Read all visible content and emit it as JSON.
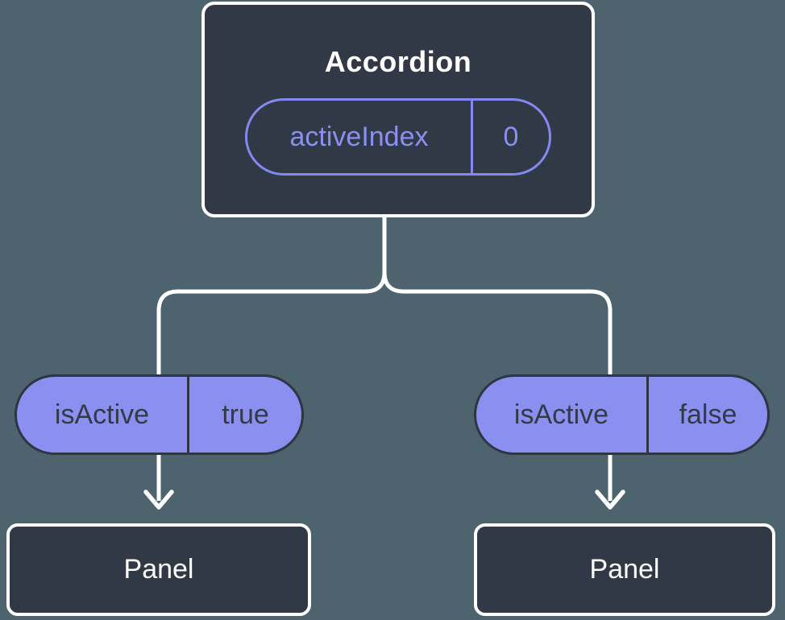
{
  "diagram": {
    "description": "Component tree showing state flowing from an Accordion parent to two Panel children",
    "root": {
      "title": "Accordion",
      "prop_name": "activeIndex",
      "prop_value": "0"
    },
    "branches": [
      {
        "state_name": "isActive",
        "state_value": "true",
        "child_title": "Panel"
      },
      {
        "state_name": "isActive",
        "state_value": "false",
        "child_title": "Panel"
      }
    ]
  },
  "icons": [
    {
      "name": "arrow-down-icon",
      "meaning": "state passed down to child"
    }
  ],
  "colors": {
    "background": "#4d646e",
    "node_fill": "#313947",
    "node_border": "#ffffff",
    "node_text": "#ffffff",
    "prop_pill_outline": "#8389f0",
    "prop_pill_text": "#8a90f0",
    "state_pill_fill": "#8b90f0",
    "state_pill_border": "#2f3542",
    "state_pill_text": "#333a47",
    "connector": "#ffffff"
  }
}
